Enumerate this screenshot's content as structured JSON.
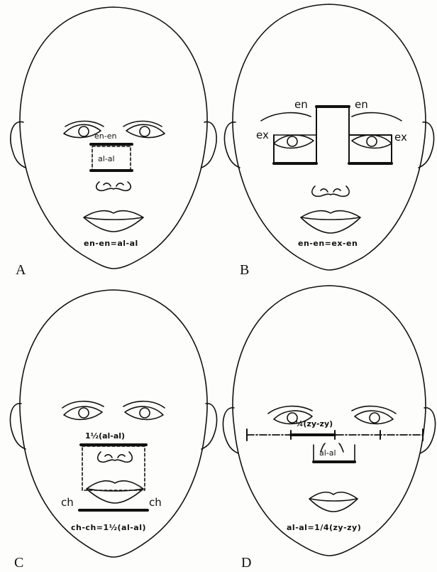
{
  "panels": [
    {
      "letter": "A",
      "labels": {
        "top_measure": "en-en",
        "bottom_measure": "al-al",
        "formula": "en-en=al-al"
      }
    },
    {
      "letter": "B",
      "labels": {
        "en_left": "en",
        "en_right": "en",
        "ex_left": "ex",
        "ex_right": "ex",
        "formula": "en-en=ex-en"
      }
    },
    {
      "letter": "C",
      "labels": {
        "measure": "1½(al-al)",
        "ch_left": "ch",
        "ch_right": "ch",
        "formula": "ch-ch=1½(al-al)"
      }
    },
    {
      "letter": "D",
      "labels": {
        "measure_top": "¼(zy-zy)",
        "measure_bottom": "al-al",
        "formula": "al-al=1/4(zy-zy)"
      }
    }
  ],
  "colors": {
    "ink": "#111111",
    "paper": "#fdfdfb"
  }
}
